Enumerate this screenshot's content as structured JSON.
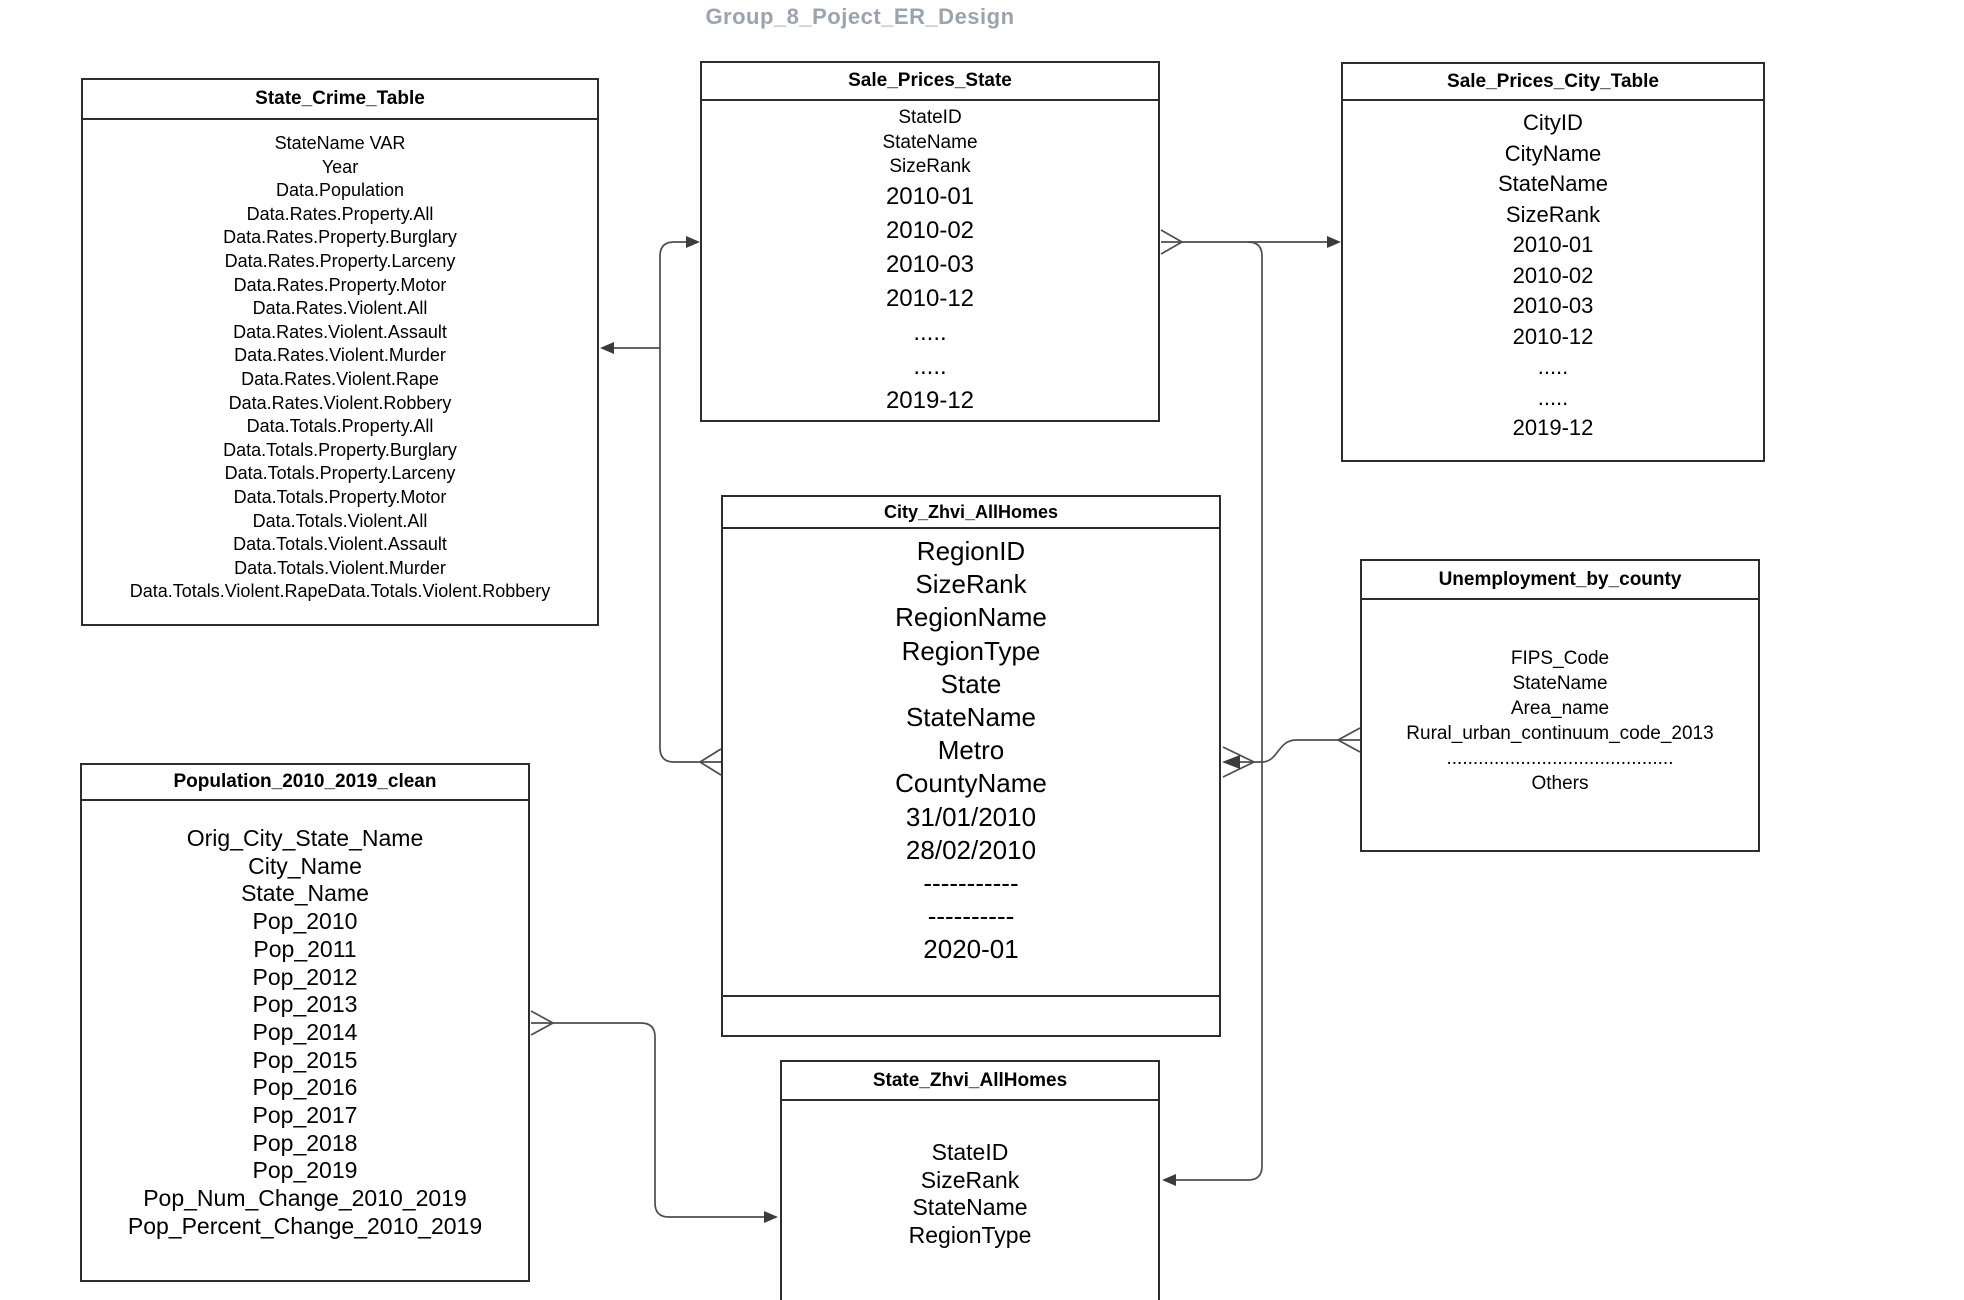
{
  "diagram": {
    "title": "Group_8_Poject_ER_Design",
    "title_color": "#9ba3ae",
    "line_color": "#4d4d4d",
    "border_color": "#2d2d2d",
    "background_color": "#ffffff"
  },
  "tables": {
    "state_crime": {
      "title": "State_Crime_Table",
      "fields": [
        "StateName VAR",
        "Year",
        "Data.Population",
        "Data.Rates.Property.All",
        "Data.Rates.Property.Burglary",
        "Data.Rates.Property.Larceny",
        "Data.Rates.Property.Motor",
        "Data.Rates.Violent.All",
        "Data.Rates.Violent.Assault",
        "Data.Rates.Violent.Murder",
        "Data.Rates.Violent.Rape",
        "Data.Rates.Violent.Robbery",
        "Data.Totals.Property.All",
        "Data.Totals.Property.Burglary",
        "Data.Totals.Property.Larceny",
        "Data.Totals.Property.Motor",
        "Data.Totals.Violent.All",
        "Data.Totals.Violent.Assault",
        "Data.Totals.Violent.Murder",
        "Data.Totals.Violent.RapeData.Totals.Violent.Robbery"
      ]
    },
    "sale_prices_state": {
      "title": "Sale_Prices_State",
      "fields": [
        "StateID",
        "StateName",
        "SizeRank",
        "2010-01",
        "2010-02",
        "2010-03",
        "2010-12",
        ".....",
        ".....",
        "2019-12"
      ]
    },
    "sale_prices_city": {
      "title": "Sale_Prices_City_Table",
      "fields": [
        "CityID",
        "CityName",
        "StateName",
        "SizeRank",
        "2010-01",
        "2010-02",
        "2010-03",
        "2010-12",
        ".....",
        ".....",
        "2019-12"
      ]
    },
    "city_zhvi": {
      "title": "City_Zhvi_AllHomes",
      "fields": [
        "RegionID",
        "SizeRank",
        "RegionName",
        "RegionType",
        "State",
        "StateName",
        "Metro",
        "CountyName",
        "31/01/2010",
        "28/02/2010",
        "-----------",
        "----------",
        "2020-01"
      ]
    },
    "unemployment": {
      "title": "Unemployment_by_county",
      "fields": [
        "FIPS_Code",
        "StateName",
        "Area_name",
        "Rural_urban_continuum_code_2013",
        "...........................................",
        "Others"
      ]
    },
    "population": {
      "title": "Population_2010_2019_clean",
      "fields": [
        "Orig_City_State_Name",
        "City_Name",
        "State_Name",
        "Pop_2010",
        "Pop_2011",
        "Pop_2012",
        "Pop_2013",
        "Pop_2014",
        "Pop_2015",
        "Pop_2016",
        "Pop_2017",
        "Pop_2018",
        "Pop_2019",
        "Pop_Num_Change_2010_2019",
        "Pop_Percent_Change_2010_2019"
      ]
    },
    "state_zhvi": {
      "title": "State_Zhvi_AllHomes",
      "fields": [
        "StateID",
        "SizeRank",
        "StateName",
        "RegionType"
      ]
    }
  }
}
